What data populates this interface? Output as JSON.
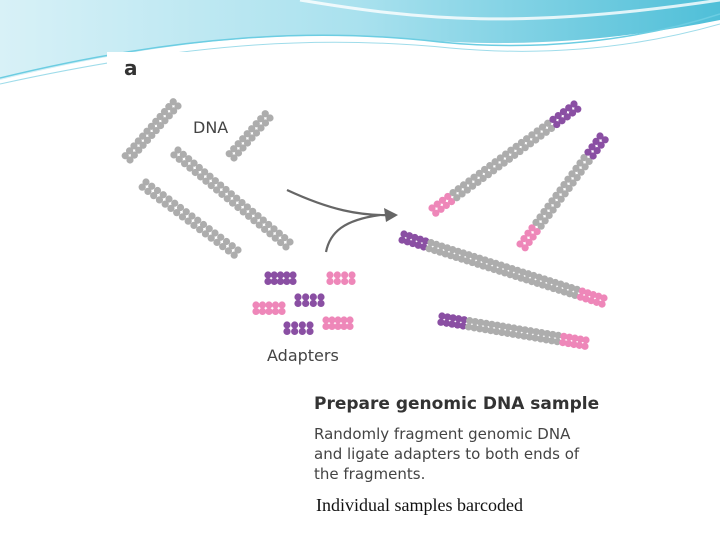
{
  "figure": {
    "panel_letter": "a",
    "dna_label": "DNA",
    "adapters_label": "Adapters",
    "step_title": "Prepare genomic DNA sample",
    "step_description_lines": [
      "Randomly fragment genomic DNA",
      "and ligate adapters to both ends of",
      "the fragments."
    ]
  },
  "caption": "Individual samples barcoded",
  "colors": {
    "dna_gray": "#adadad",
    "adapter_purple": "#8a4fa3",
    "adapter_pink": "#ee87b9",
    "arrow": "#666666",
    "banner_teal": "#5fc6dc"
  }
}
